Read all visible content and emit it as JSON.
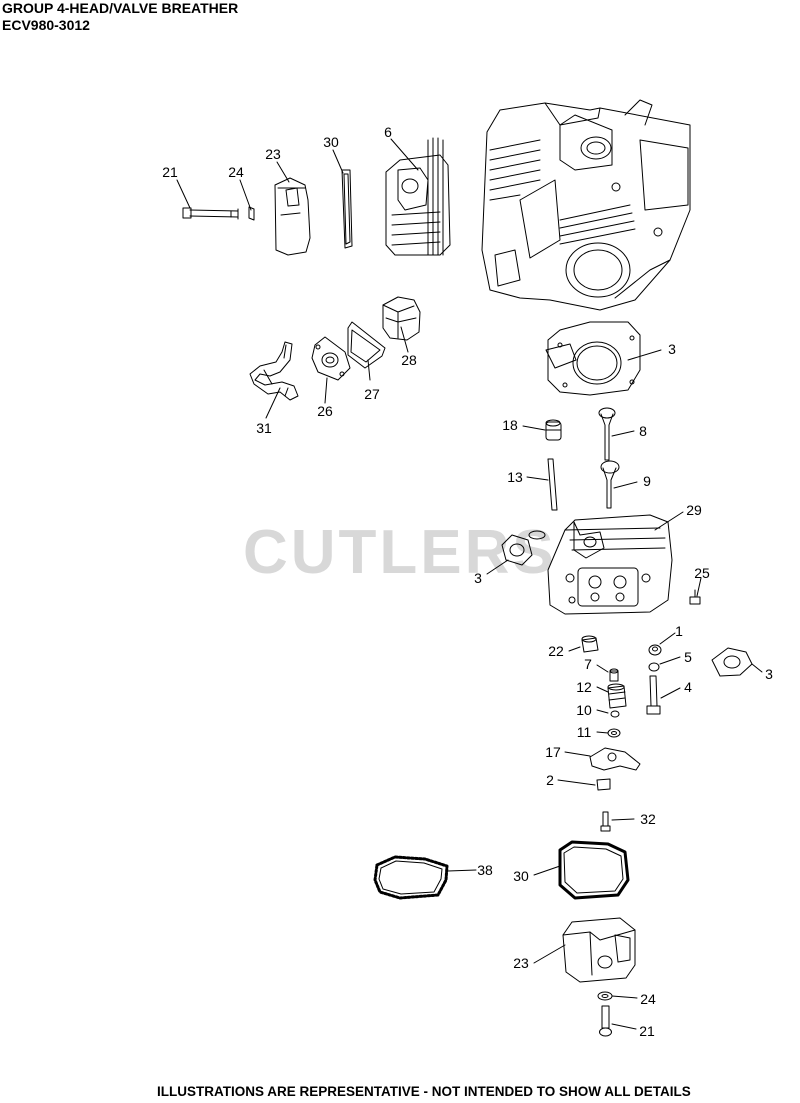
{
  "header": {
    "title": "GROUP 4-HEAD/VALVE BREATHER",
    "model": "ECV980-3012"
  },
  "watermark": "CUTLERS",
  "footer": "ILLUSTRATIONS ARE REPRESENTATIVE - NOT INTENDED TO SHOW ALL DETAILS",
  "callouts": [
    "21",
    "24",
    "23",
    "30",
    "6",
    "28",
    "27",
    "26",
    "31",
    "3",
    "18",
    "8",
    "13",
    "9",
    "29",
    "3",
    "25",
    "22",
    "1",
    "7",
    "5",
    "3",
    "12",
    "4",
    "10",
    "11",
    "17",
    "2",
    "32",
    "38",
    "30",
    "23",
    "24",
    "21"
  ]
}
